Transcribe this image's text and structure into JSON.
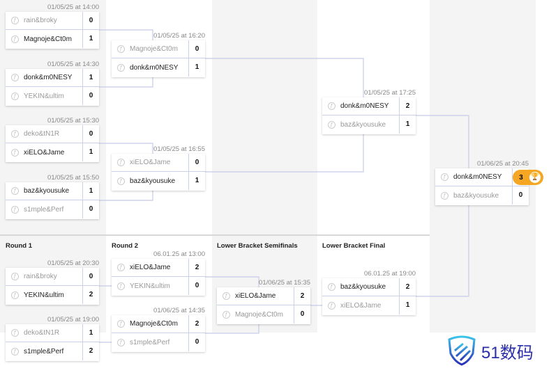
{
  "colors": {
    "accent": "#f5a623",
    "line": "#c5cbe6"
  },
  "headers": [
    "Round 1",
    "Round 2",
    "Lower Bracket Semifinals",
    "Lower Bracket Final"
  ],
  "brand": "51数码",
  "matches": [
    {
      "id": "ub-r1-1",
      "time": "01/05/25 at 14:00",
      "teams": [
        {
          "name": "rain&broky",
          "score": "0",
          "win": false
        },
        {
          "name": "Magnoje&Ct0m",
          "score": "1",
          "win": true
        }
      ]
    },
    {
      "id": "ub-r1-2",
      "time": "01/05/25 at 14:30",
      "teams": [
        {
          "name": "donk&m0NESY",
          "score": "1",
          "win": true
        },
        {
          "name": "YEKIN&ultim",
          "score": "0",
          "win": false
        }
      ]
    },
    {
      "id": "ub-r1-3",
      "time": "01/05/25 at 15:30",
      "teams": [
        {
          "name": "deko&tN1R",
          "score": "0",
          "win": false
        },
        {
          "name": "xiELO&Jame",
          "score": "1",
          "win": true
        }
      ]
    },
    {
      "id": "ub-r1-4",
      "time": "01/05/25 at 15:50",
      "teams": [
        {
          "name": "baz&kyousuke",
          "score": "1",
          "win": true
        },
        {
          "name": "s1mple&Perf",
          "score": "0",
          "win": false
        }
      ]
    },
    {
      "id": "ub-r2-1",
      "time": "01/05/25 at 16:20",
      "teams": [
        {
          "name": "Magnoje&Ct0m",
          "score": "0",
          "win": false
        },
        {
          "name": "donk&m0NESY",
          "score": "1",
          "win": true
        }
      ]
    },
    {
      "id": "ub-r2-2",
      "time": "01/05/25 at 16:55",
      "teams": [
        {
          "name": "xiELO&Jame",
          "score": "0",
          "win": false
        },
        {
          "name": "baz&kyousuke",
          "score": "1",
          "win": true
        }
      ]
    },
    {
      "id": "ub-final",
      "time": "01/05/25 at 17:25",
      "teams": [
        {
          "name": "donk&m0NESY",
          "score": "2",
          "win": true
        },
        {
          "name": "baz&kyousuke",
          "score": "1",
          "win": false
        }
      ]
    },
    {
      "id": "grand-final",
      "time": "01/06/25 at 20:45",
      "teams": [
        {
          "name": "donk&m0NESY",
          "score": "3",
          "win": true
        },
        {
          "name": "baz&kyousuke",
          "score": "0",
          "win": false
        }
      ]
    },
    {
      "id": "lb-r1-1",
      "time": "01/05/25 at 20:30",
      "teams": [
        {
          "name": "rain&broky",
          "score": "0",
          "win": false
        },
        {
          "name": "YEKIN&ultim",
          "score": "2",
          "win": true
        }
      ]
    },
    {
      "id": "lb-r1-2",
      "time": "01/05/25 at 19:00",
      "teams": [
        {
          "name": "deko&tN1R",
          "score": "1",
          "win": false
        },
        {
          "name": "s1mple&Perf",
          "score": "2",
          "win": true
        }
      ]
    },
    {
      "id": "lb-r2-1",
      "time": "06.01.25 at 13:00",
      "teams": [
        {
          "name": "xiELO&Jame",
          "score": "2",
          "win": true
        },
        {
          "name": "YEKIN&ultim",
          "score": "0",
          "win": false
        }
      ]
    },
    {
      "id": "lb-r2-2",
      "time": "01/06/25 at 14:35",
      "teams": [
        {
          "name": "Magnoje&Ct0m",
          "score": "2",
          "win": true
        },
        {
          "name": "s1mple&Perf",
          "score": "0",
          "win": false
        }
      ]
    },
    {
      "id": "lb-semi",
      "time": "01/06/25 at 15:35",
      "teams": [
        {
          "name": "xiELO&Jame",
          "score": "2",
          "win": true
        },
        {
          "name": "Magnoje&Ct0m",
          "score": "0",
          "win": false
        }
      ]
    },
    {
      "id": "lb-final",
      "time": "06.01.25 at 19:00",
      "teams": [
        {
          "name": "baz&kyousuke",
          "score": "2",
          "win": true
        },
        {
          "name": "xiELO&Jame",
          "score": "1",
          "win": false
        }
      ]
    }
  ]
}
